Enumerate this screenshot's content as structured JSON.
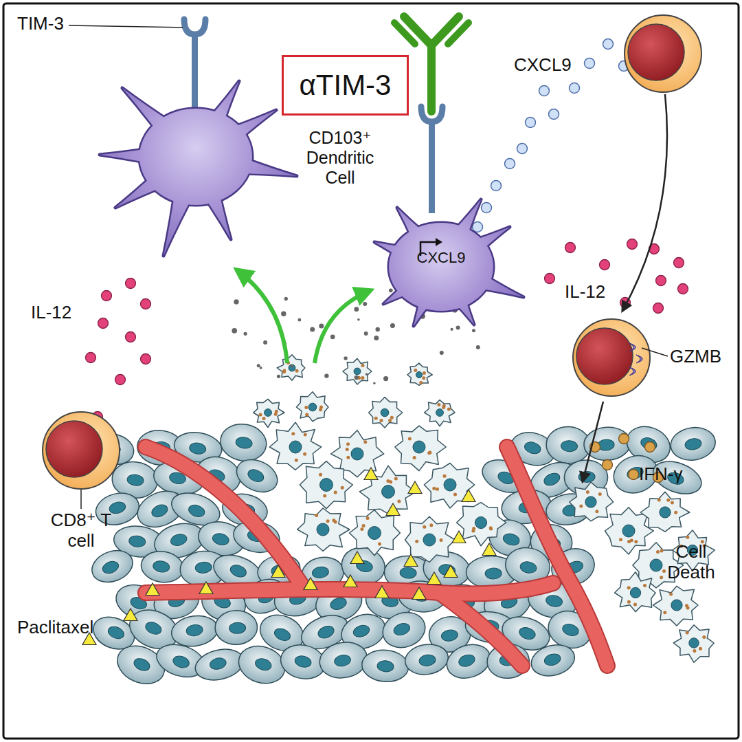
{
  "diagram": {
    "nodes": [
      {
        "text": [
          "αTIM-3"
        ]
      },
      {
        "text": [
          "CD103⁺ Dendritic Cell"
        ]
      },
      {
        "text": [
          "CXCL9"
        ]
      },
      {
        "text": [
          "GZMB"
        ]
      },
      {
        "text": [
          "CD8⁺ T cell"
        ]
      }
    ],
    "labels": [
      "TIM-3",
      "CXCL9",
      "IL-12",
      "IL-12",
      "IFN-γ",
      "Paclitaxel",
      "Cell Death"
    ]
  }
}
